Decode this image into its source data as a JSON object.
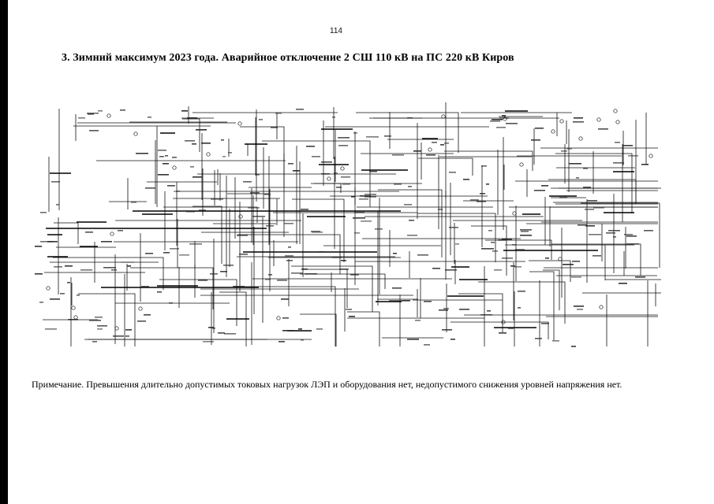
{
  "page": {
    "number": "114",
    "title": "3. Зимний максимум 2023 года. Аварийное отключение 2 СШ 110 кВ на ПС 220 кВ Киров",
    "note": "Примечание. Превышения длительно допустимых токовых нагрузок ЛЭП и оборудования нет, недопустимого снижения уровней напряжения нет."
  },
  "diagram": {
    "line_color": "#111111",
    "description_icon": "power-grid-single-line-scheme"
  }
}
